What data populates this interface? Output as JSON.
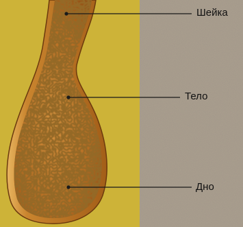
{
  "labels": {
    "neck": "Шейка",
    "body": "Тело",
    "bottom": "Дно"
  },
  "colors": {
    "left_background": "#cdb338",
    "right_background": "#a89d8d",
    "organ_wall": "#8a4e12",
    "organ_surface": "#c07a2a",
    "leader_line": "#1a1a1a"
  }
}
